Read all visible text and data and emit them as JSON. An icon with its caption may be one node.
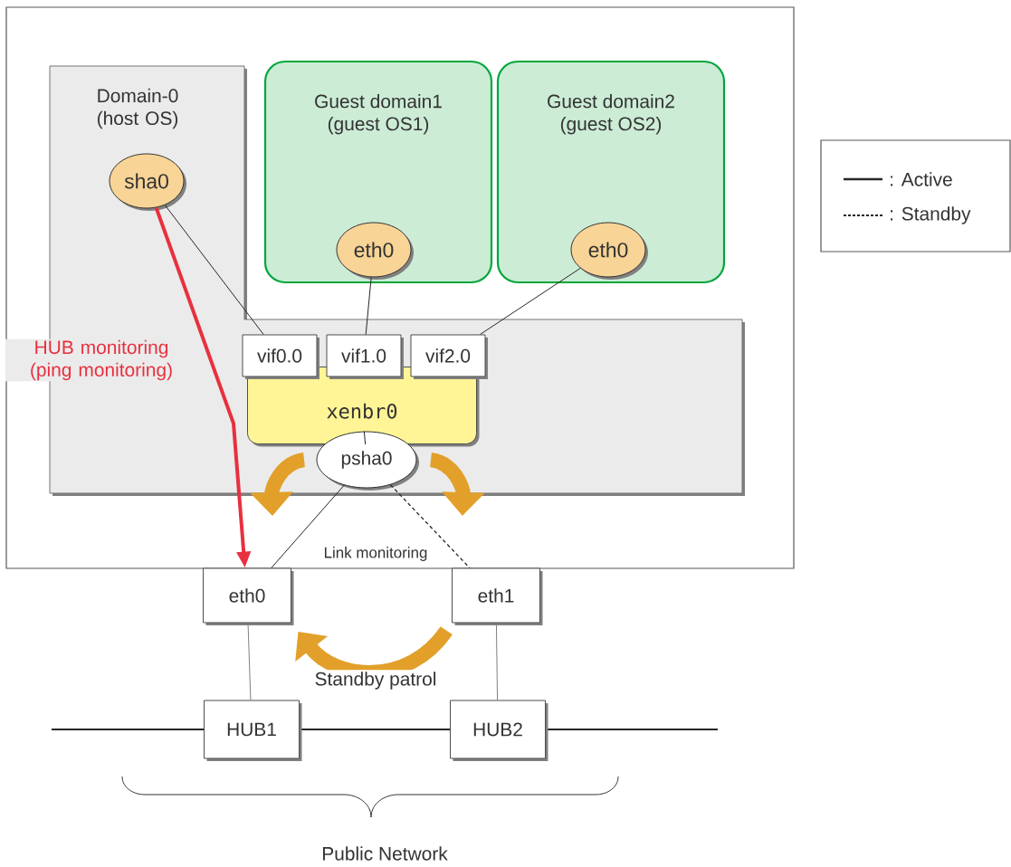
{
  "diagram": {
    "nodes": [
      {
        "text": [],
        "shape": "box"
      },
      {
        "text": [
          "Domain-0 (host OS)"
        ],
        "in": 0
      },
      {
        "text": [
          "Guest domain1 (guest OS1)"
        ],
        "in": 0
      },
      {
        "text": [
          "Guest domain2 (guest OS2)"
        ],
        "in": 0
      },
      {
        "text": [
          "sha0"
        ],
        "in": 1
      },
      {
        "text": [
          "eth0"
        ],
        "in": 2
      },
      {
        "text": [
          "eth0"
        ],
        "in": 3
      },
      {
        "text": [
          "vif0.0"
        ],
        "in": 1
      },
      {
        "text": [
          "vif1.0"
        ],
        "in": 1
      },
      {
        "text": [
          "vif2.0"
        ],
        "in": 1
      },
      {
        "text": [
          "xenbr0"
        ],
        "in": 1
      },
      {
        "text": [
          "psha0"
        ],
        "in": 1
      },
      {
        "text": [
          "eth0"
        ]
      },
      {
        "text": [
          "eth1"
        ]
      },
      {
        "text": [
          "HUB1"
        ]
      },
      {
        "text": [
          "HUB2"
        ]
      }
    ],
    "edges": [
      {
        "from": 4,
        "to": 7,
        "arrow": "none"
      },
      {
        "from": 5,
        "to": 8,
        "arrow": "none"
      },
      {
        "from": 6,
        "to": 9,
        "arrow": "none"
      },
      {
        "from": 10,
        "to": 11,
        "arrow": "none"
      },
      {
        "from": 11,
        "to": 12,
        "arrow": "none"
      },
      {
        "from": 11,
        "to": 13,
        "arrow": "none",
        "style": "dashed"
      },
      {
        "from": 12,
        "to": 14,
        "arrow": "none",
        "color": "#808080"
      },
      {
        "from": 13,
        "to": 15,
        "arrow": "none",
        "color": "#808080"
      },
      {
        "from": 4,
        "to": 12,
        "arrow": "to",
        "style": "thick",
        "color": "#e8303f",
        "label": "HUB monitoring (ping monitoring)"
      },
      {
        "from": 13,
        "to": 12,
        "arrow": "to",
        "style": "thick",
        "color": "#e2a02a",
        "label": "Standby patrol"
      }
    ],
    "labels": [
      "Link monitoring",
      "Public Network"
    ],
    "legend": [
      {
        "text": ": Active"
      },
      {
        "text": ": Standby"
      }
    ]
  }
}
